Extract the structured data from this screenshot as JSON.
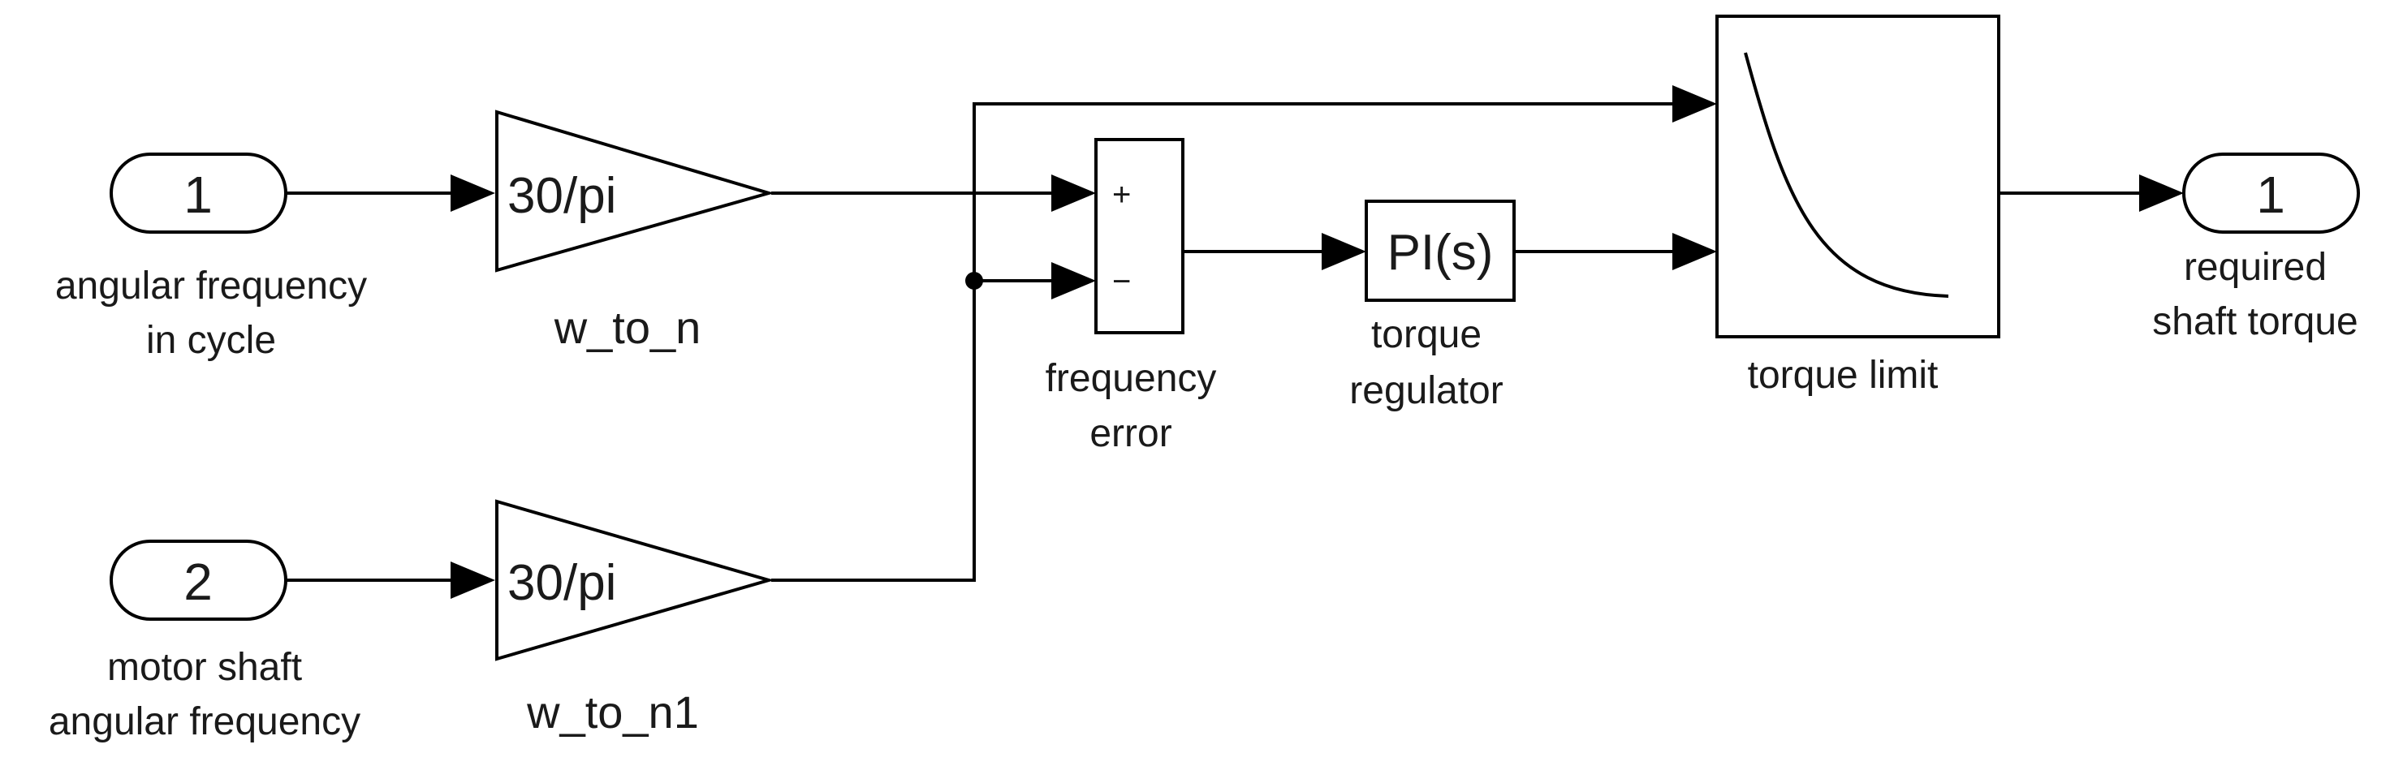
{
  "inports": [
    {
      "number": "1",
      "label_line1": "angular frequency",
      "label_line2": "in cycle"
    },
    {
      "number": "2",
      "label_line1": "motor shaft",
      "label_line2": "angular frequency"
    }
  ],
  "gains": [
    {
      "expression": "30/pi",
      "name": "w_to_n"
    },
    {
      "expression": "30/pi",
      "name": "w_to_n1"
    }
  ],
  "sum_block": {
    "plus_sign": "+",
    "minus_sign": "−",
    "label_line1": "frequency",
    "label_line2": "error"
  },
  "pi_block": {
    "text": "PI(s)",
    "label_line1": "torque",
    "label_line2": "regulator"
  },
  "lookup_block": {
    "label": "torque limit"
  },
  "outport": {
    "number": "1",
    "label_line1": "required",
    "label_line2": "shaft torque"
  }
}
